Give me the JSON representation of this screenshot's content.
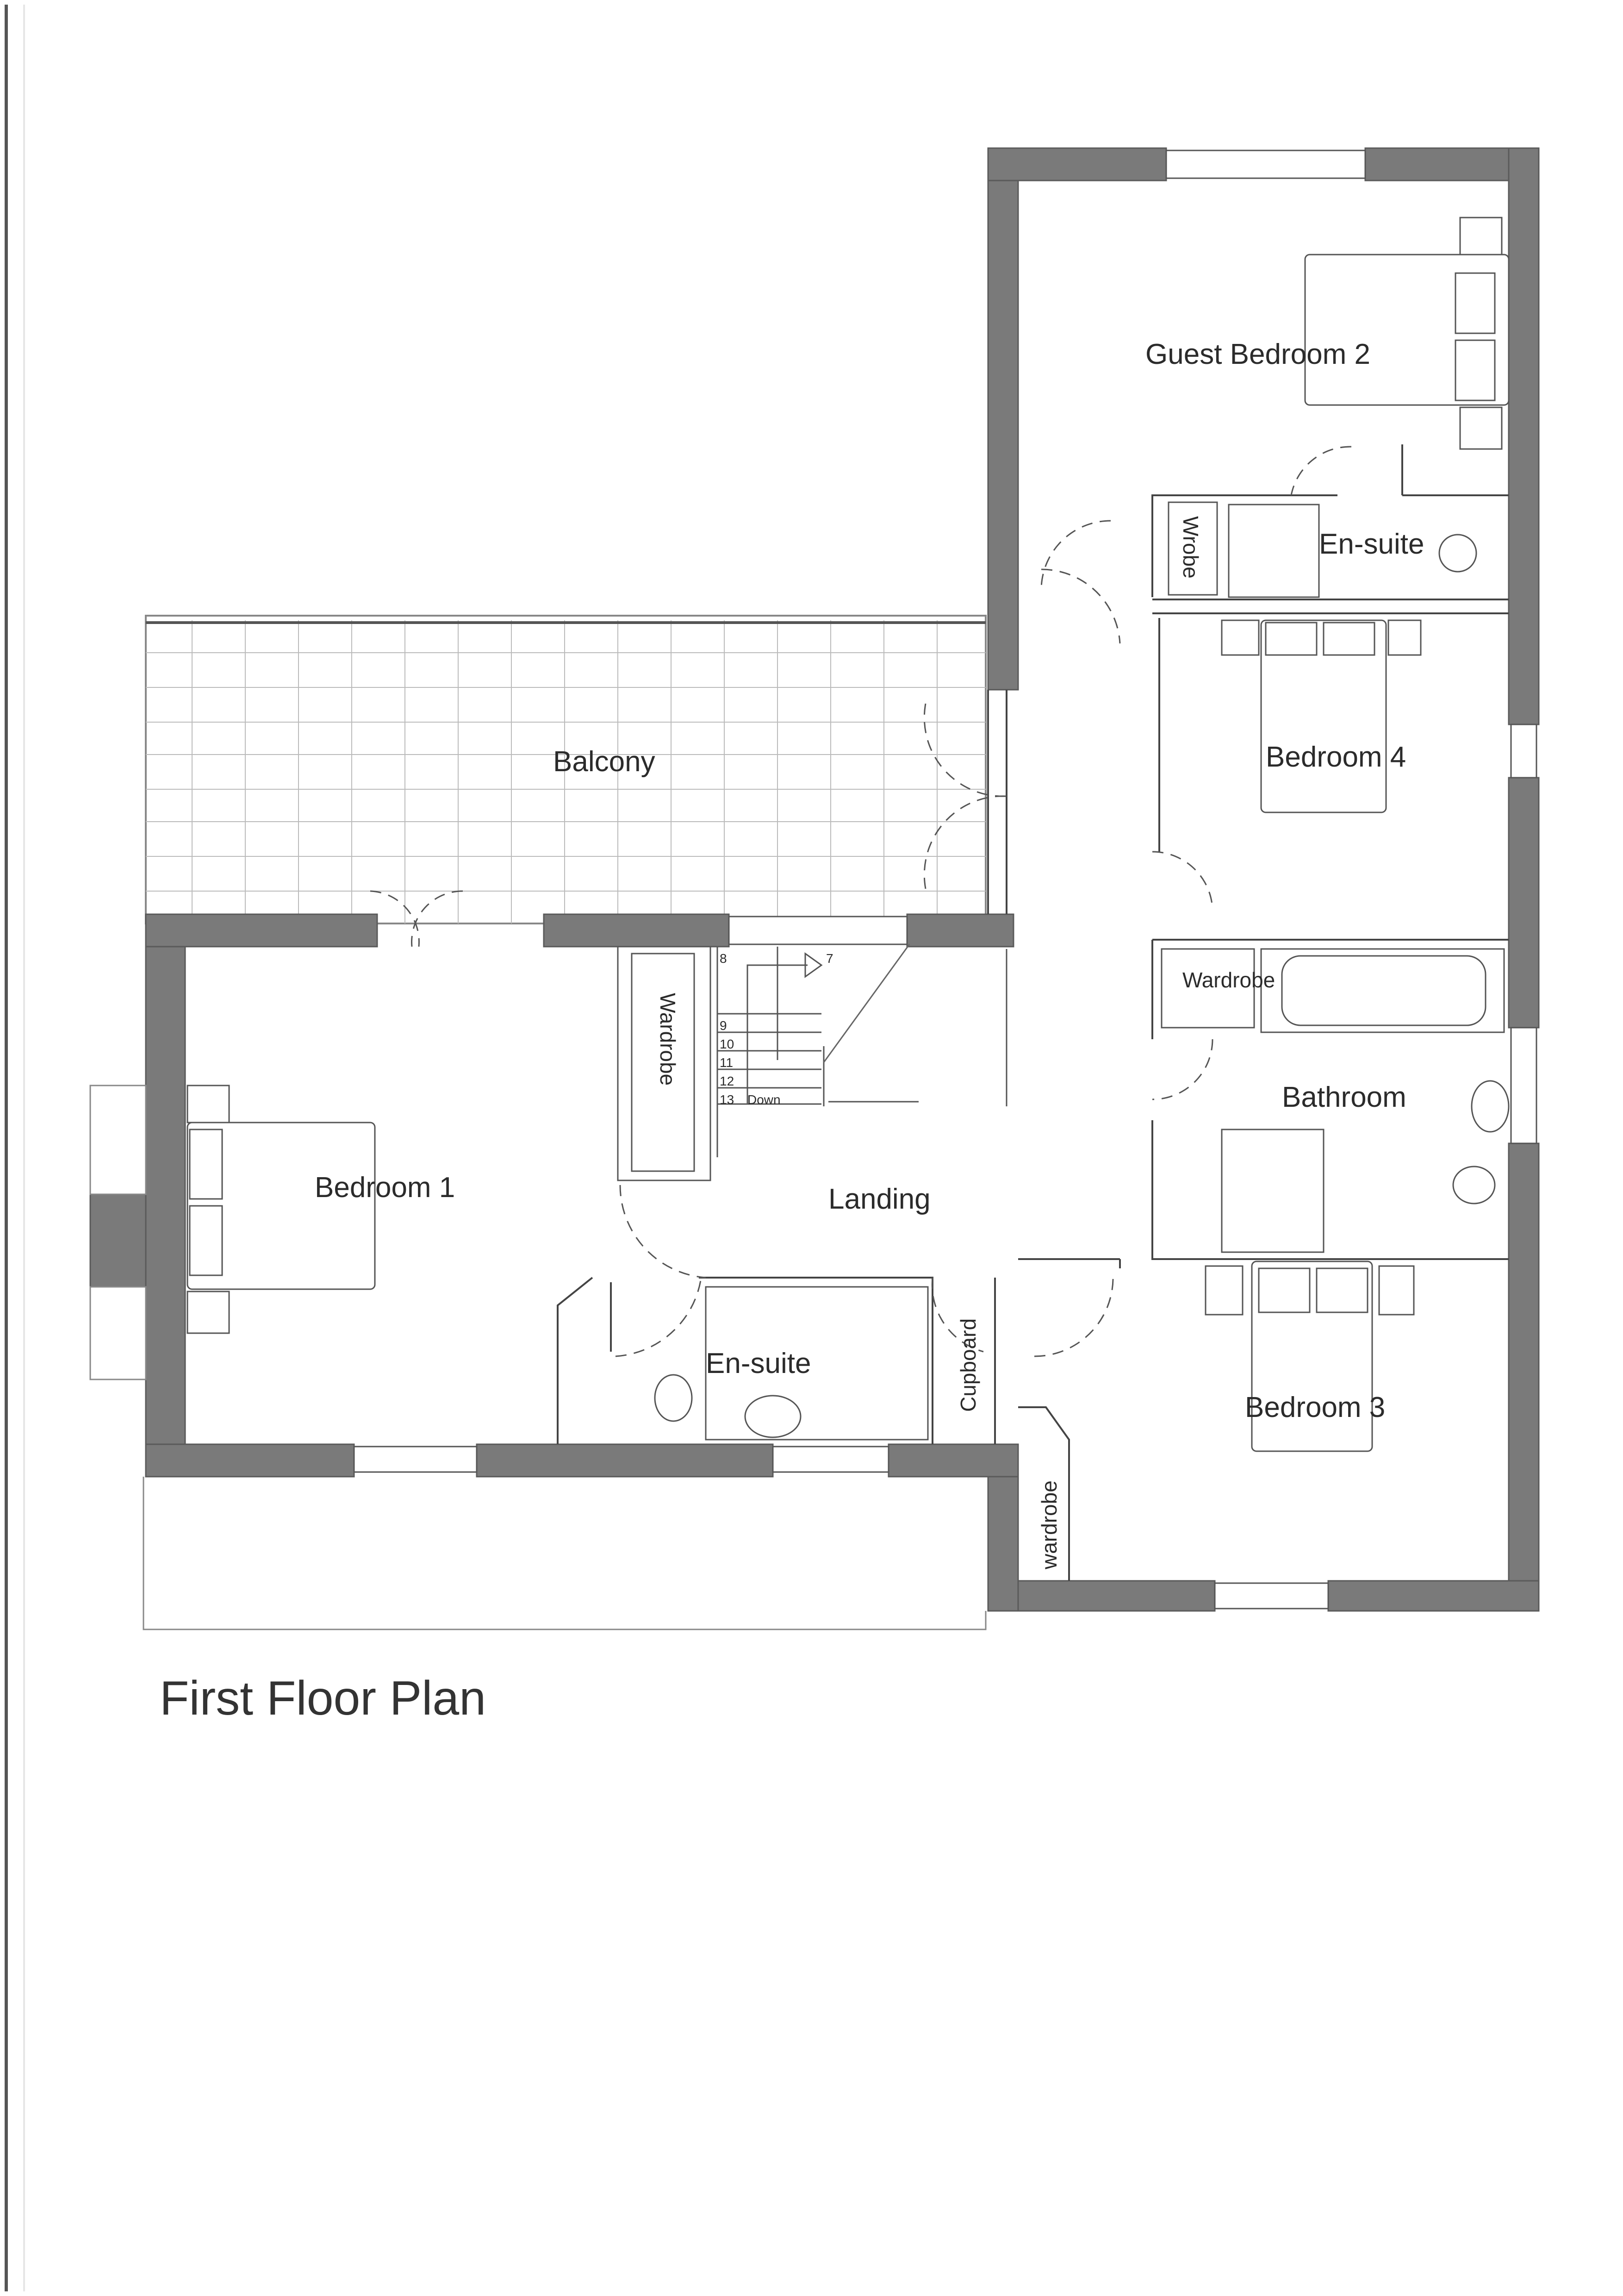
{
  "plan": {
    "title": "First Floor Plan",
    "rooms": {
      "guest_bedroom_2": "Guest Bedroom 2",
      "ensuite_guest": "En-suite",
      "wrobe": "Wrobe",
      "balcony": "Balcony",
      "bedroom_4": "Bedroom 4",
      "wardrobe_bathroom": "Wardrobe",
      "bathroom": "Bathroom",
      "wardrobe_stair": "Wardrobe",
      "bedroom_1": "Bedroom 1",
      "landing": "Landing",
      "ensuite_bed1": "En-suite",
      "cupboard": "Cupboard",
      "bedroom_3": "Bedroom 3",
      "wardrobe_bed3": "wardrobe"
    },
    "stairs": {
      "steps": [
        "7",
        "8",
        "9",
        "10",
        "11",
        "12",
        "13"
      ],
      "direction_label": "Down"
    },
    "colors": {
      "wall_fill": "#7a7a7a",
      "line": "#444444",
      "background": "#ffffff"
    }
  }
}
